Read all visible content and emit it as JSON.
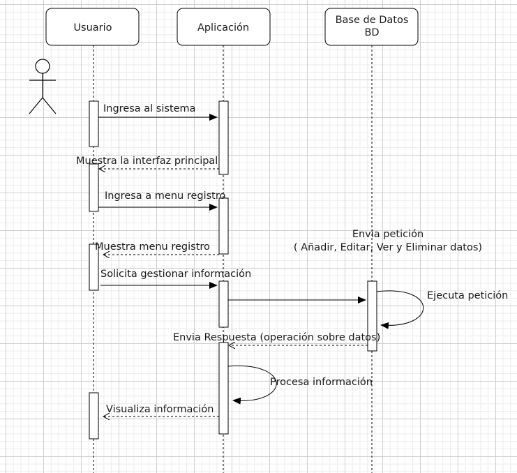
{
  "participants": [
    {
      "name": "Usuario"
    },
    {
      "name": "Aplicación"
    },
    {
      "name": "Base de Datos",
      "name2": "BD"
    }
  ],
  "messages": {
    "m1": "Ingresa al sistema",
    "m2": "Muestra la interfaz principal",
    "m3": "Ingresa a menu registro",
    "m4": "Muestra menu registro",
    "m5": "Solicita gestionar información",
    "m6a": "Envia petición",
    "m6b": "( Añadir, Editar, Ver y Eliminar datos)",
    "m7": "Ejecuta petición",
    "m8": "Envia Respuesta (operación sobre datos)",
    "m9": "Procesa información",
    "m10": "Visualiza información"
  }
}
